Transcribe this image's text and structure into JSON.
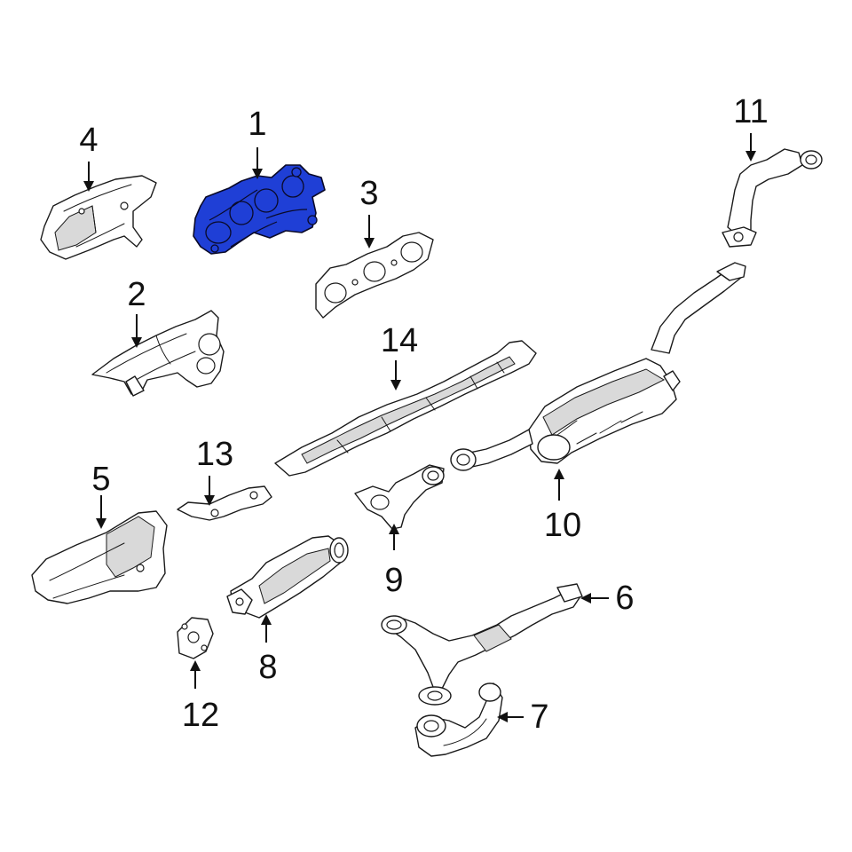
{
  "highlight_color": "#1f3fd6",
  "callouts": {
    "c1": "1",
    "c2": "2",
    "c3": "3",
    "c4": "4",
    "c5": "5",
    "c6": "6",
    "c7": "7",
    "c8": "8",
    "c9": "9",
    "c10": "10",
    "c11": "11",
    "c12": "12",
    "c13": "13",
    "c14": "14"
  }
}
